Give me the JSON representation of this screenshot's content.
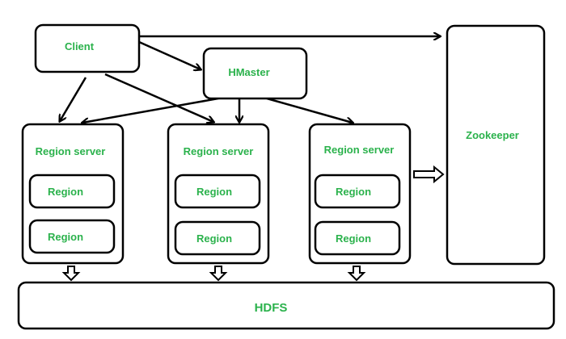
{
  "diagram": {
    "client": "Client",
    "hmaster": "HMaster",
    "zookeeper": "Zookeeper",
    "hdfs": "HDFS",
    "region_servers": [
      {
        "label": "Region server",
        "regions": [
          "Region",
          "Region"
        ]
      },
      {
        "label": "Region server",
        "regions": [
          "Region",
          "Region"
        ]
      },
      {
        "label": "Region server",
        "regions": [
          "Region",
          "Region"
        ]
      }
    ],
    "text_color": "#2bb24c",
    "line_color": "#000000"
  }
}
